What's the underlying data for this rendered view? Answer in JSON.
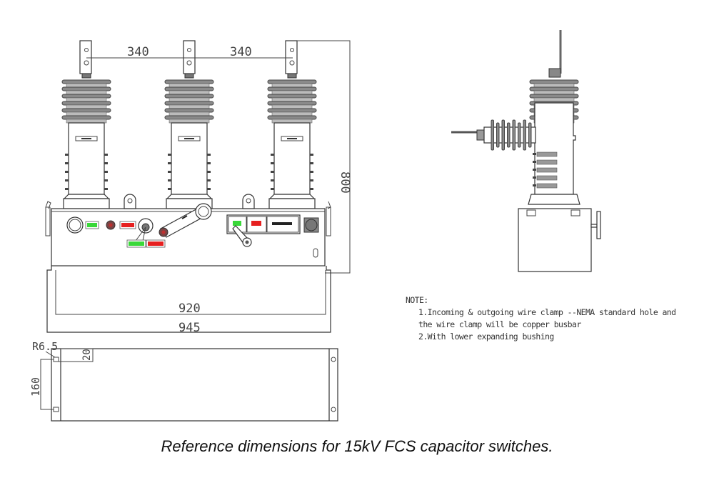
{
  "figure": {
    "caption": "Reference dimensions for 15kV FCS capacitor switches.",
    "front_view": {
      "dimensions": {
        "pole_spacing_1": "340",
        "pole_spacing_2": "340",
        "overall_height": "800",
        "inner_width": "920",
        "outer_width": "945"
      },
      "panel_tag_colors": {
        "green": "#39d839",
        "red": "#e62020"
      }
    },
    "base_plate_view": {
      "dimensions": {
        "hole_radius": "R6.5",
        "edge_offset": "20",
        "hole_spacing": "160"
      }
    },
    "notes": {
      "heading": "NOTE:",
      "items": [
        "1.Incoming  & outgoing wire clamp --NEMA standard hole and",
        "the wire clamp will be copper busbar",
        "2.With lower expanding bushing"
      ]
    }
  }
}
